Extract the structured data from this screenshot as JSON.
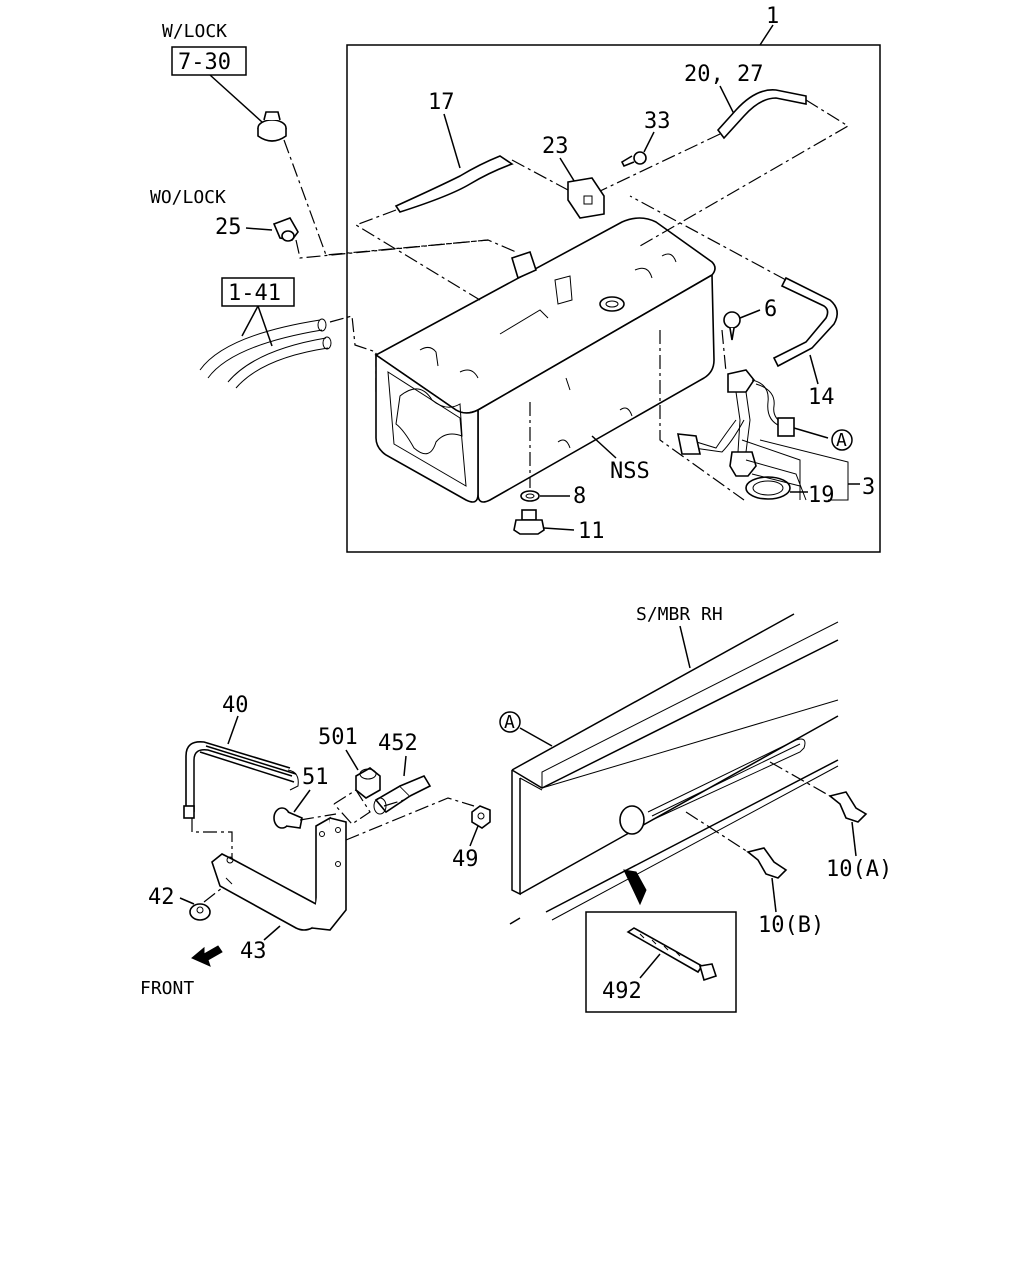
{
  "labels": {
    "assy": "1",
    "w_lock": "W/LOCK",
    "ref_7_30": "7-30",
    "wo_lock": "WO/LOCK",
    "p25": "25",
    "ref_1_41": "1-41",
    "p17": "17",
    "p20_27": "20, 27",
    "p23": "23",
    "p33": "33",
    "p6": "6",
    "p14": "14",
    "callout_a": "A",
    "p3": "3",
    "p19": "19",
    "nss": "NSS",
    "p8": "8",
    "p11": "11",
    "smbr": "S/MBR RH",
    "p40": "40",
    "p501": "501",
    "p452": "452",
    "p51": "51",
    "p49": "49",
    "p42": "42",
    "p43": "43",
    "front": "FRONT",
    "p10a": "10(A)",
    "p10b": "10(B)",
    "p492": "492"
  }
}
